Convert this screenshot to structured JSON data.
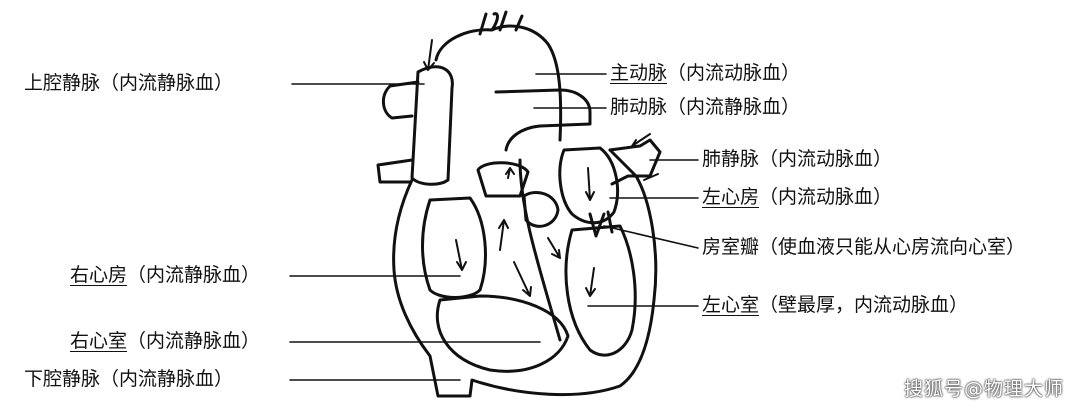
{
  "labels": {
    "superior_vena_cava": {
      "term": "上腔静脉",
      "note": "（内流静脉血）"
    },
    "aorta": {
      "term": "主动脉",
      "note": "（内流动脉血）"
    },
    "pulmonary_artery": {
      "term": "肺动脉",
      "note": "（内流静脉血）"
    },
    "pulmonary_vein": {
      "term": "肺静脉",
      "note": "（内流动脉血）"
    },
    "left_atrium": {
      "term": "左心房",
      "note": "（内流动脉血）"
    },
    "atrioventricular_valve": {
      "term": "房室瓣",
      "note": "（使血液只能从心房流向心室）"
    },
    "right_atrium": {
      "term": "右心房",
      "note": "（内流静脉血）"
    },
    "left_ventricle": {
      "term": "左心室",
      "note": "（壁最厚，内流动脉血）"
    },
    "right_ventricle": {
      "term": "右心室",
      "note": "（内流静脉血）"
    },
    "inferior_vena_cava": {
      "term": "下腔静脉",
      "note": "（内流静脉血）"
    }
  },
  "watermark": "搜狐号@物理大师",
  "colors": {
    "line": "#111111",
    "background": "#ffffff"
  }
}
